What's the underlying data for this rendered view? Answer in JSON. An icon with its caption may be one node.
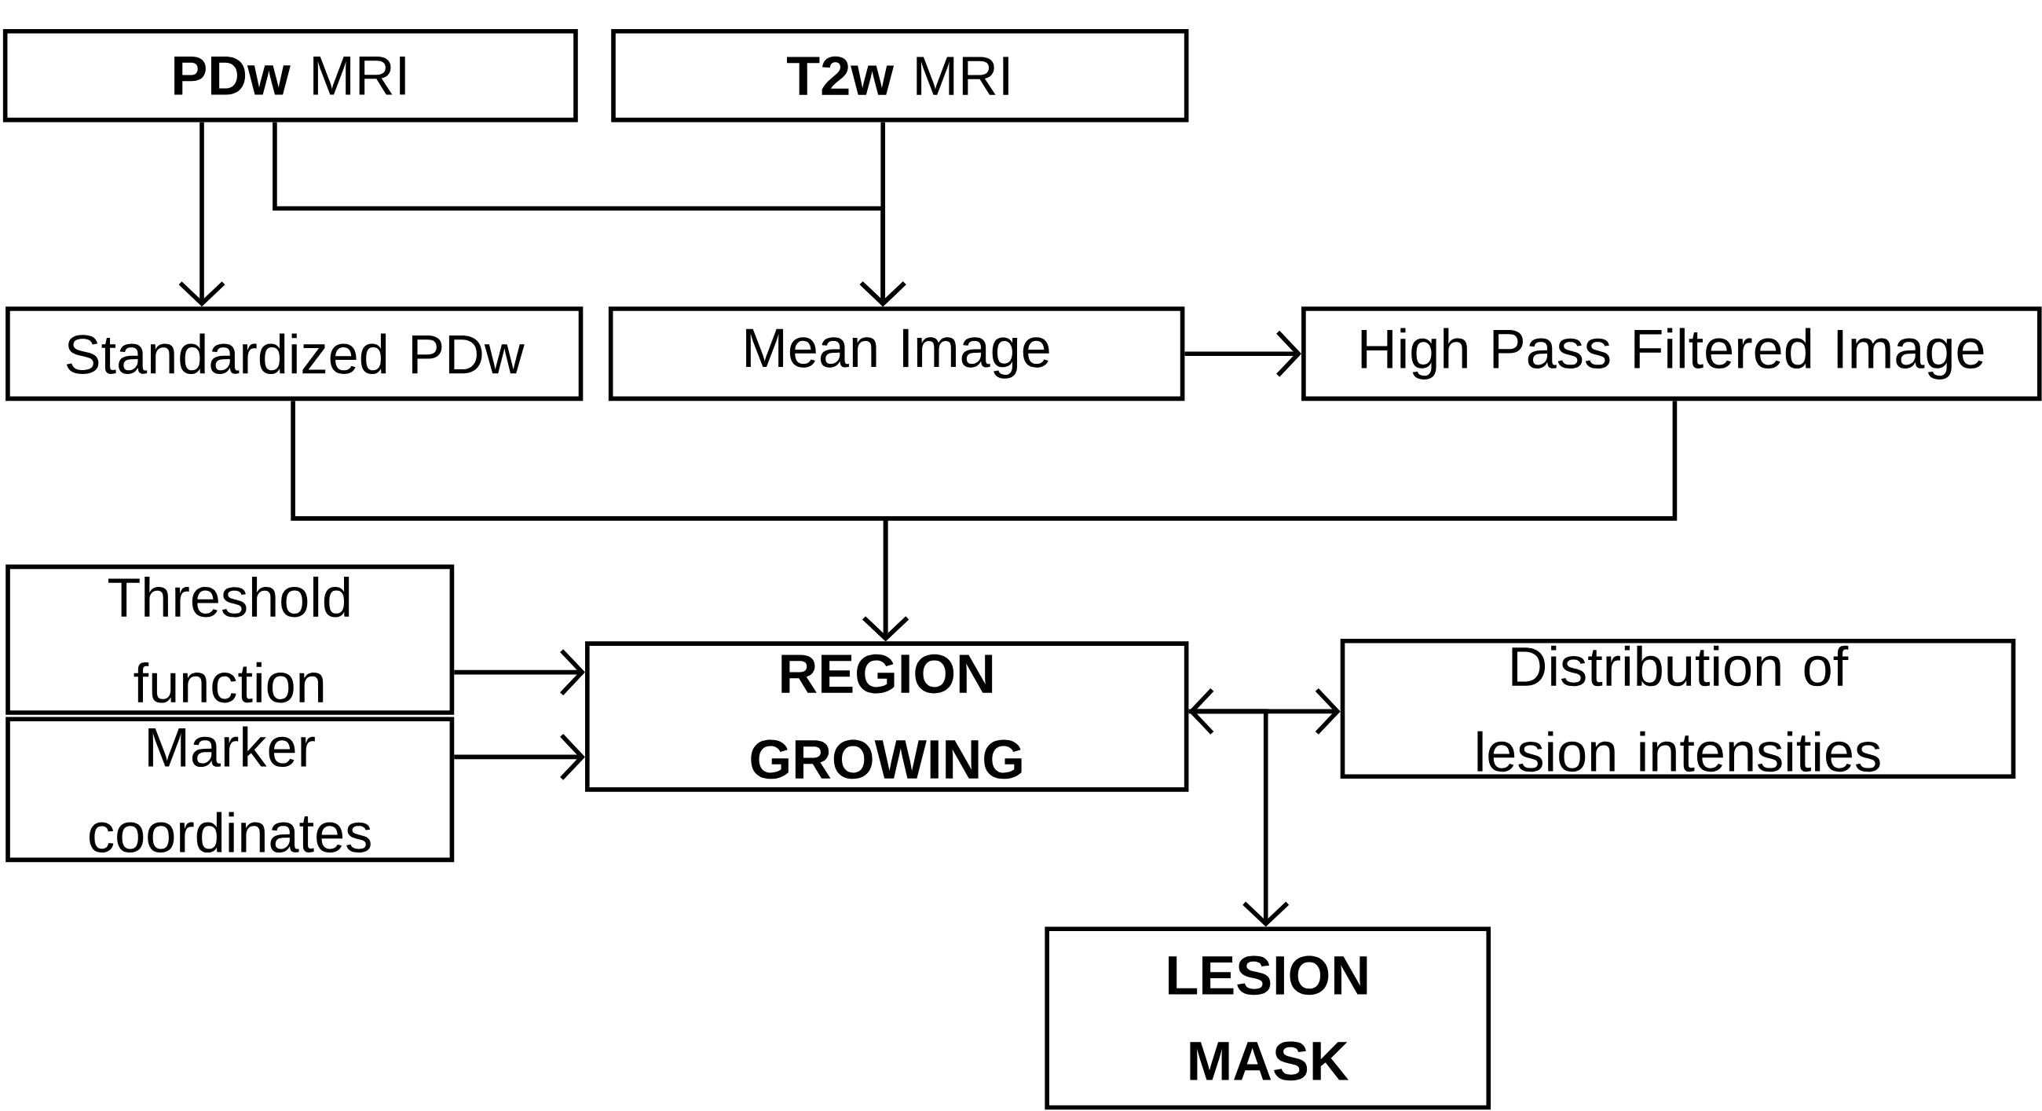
{
  "diagram": {
    "nodes": [
      {
        "text": [
          "**PDw** MRI"
        ]
      },
      {
        "text": [
          "**T2w** MRI"
        ]
      },
      {
        "text": [
          "Standardized PDw"
        ]
      },
      {
        "text": [
          "Mean Image"
        ]
      },
      {
        "text": [
          "High Pass Filtered Image"
        ]
      },
      {
        "text": [
          "Threshold function"
        ]
      },
      {
        "text": [
          "Marker coordinates"
        ]
      },
      {
        "text": [
          "REGION GROWING"
        ]
      },
      {
        "text": [
          "Distribution of lesion intensities"
        ]
      },
      {
        "text": [
          "LESION MASK"
        ]
      }
    ],
    "edges": [
      {
        "from": 0,
        "to": 2,
        "arrow": "to"
      },
      {
        "from": 0,
        "to": 3,
        "arrow": "to"
      },
      {
        "from": 1,
        "to": 3,
        "arrow": "to"
      },
      {
        "from": 3,
        "to": 4,
        "arrow": "to"
      },
      {
        "from": 2,
        "to": 7,
        "arrow": "to"
      },
      {
        "from": 4,
        "to": 7,
        "arrow": "to"
      },
      {
        "from": 5,
        "to": 7,
        "arrow": "to"
      },
      {
        "from": 6,
        "to": 7,
        "arrow": "to"
      },
      {
        "from": 7,
        "to": 8,
        "arrow": "both"
      },
      {
        "from": 7,
        "to": 9,
        "arrow": "to"
      }
    ]
  }
}
